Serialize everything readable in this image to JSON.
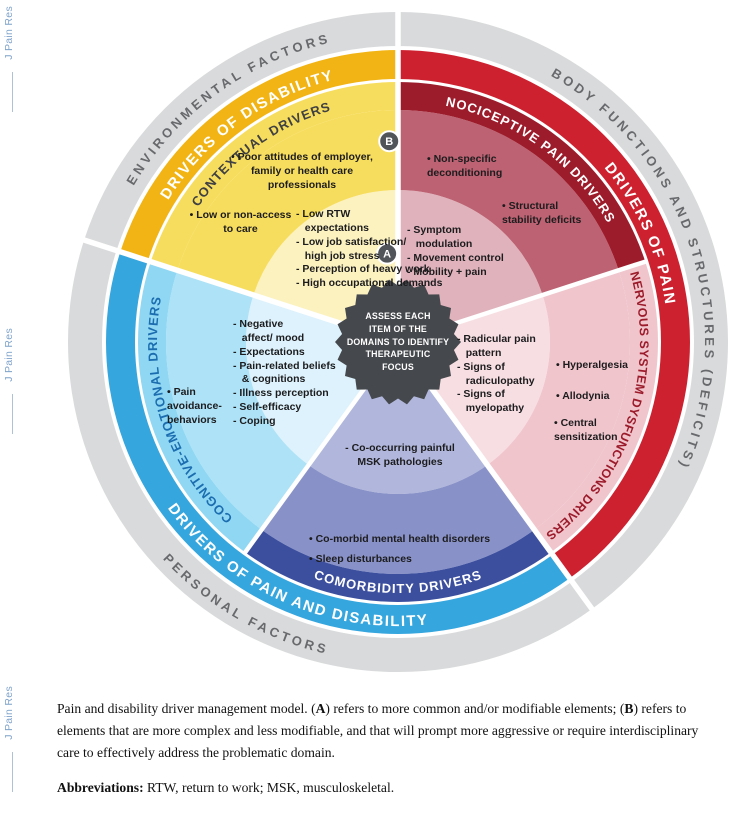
{
  "journal": {
    "name": "J Pain Res"
  },
  "figure": {
    "center_label": "ASSESS EACH\nITEM OF THE\nDOMAINS TO IDENTIFY\nTHERAPEUTIC\nFOCUS",
    "markers": {
      "a": "A",
      "b": "B"
    },
    "outer_ring": {
      "environmental": "ENVIRONMENTAL FACTORS",
      "body_functions": "BODY FUNCTIONS AND STRUCTURES (DEFICITS)",
      "personal": "PERSONAL FACTORS"
    },
    "driver_bands": {
      "disability": "DRIVERS OF DISABILITY",
      "pain": "DRIVERS OF PAIN",
      "pain_and_disability": "DRIVERS OF PAIN AND DISABILITY"
    },
    "sectors": {
      "contextual": {
        "title": "CONTEXTUAL DRIVERS",
        "bullets": [
          "• Poor attitudes of employer,\nfamily or health care\nprofessionals",
          "• Low or non-access\nto care"
        ],
        "inner": "- Low RTW\n   expectations\n- Low job satisfaction/\n   high job stress\n- Perception of heavy work\n- High occupational demands"
      },
      "nociceptive": {
        "title": "NOCICEPTIVE PAIN DRIVERS",
        "bullets": [
          "• Non-specific\ndeconditioning",
          "• Structural\nstability deficits"
        ],
        "inner": "- Symptom\n   modulation\n- Movement control\n- Mobility + pain"
      },
      "nervous": {
        "title": "NERVOUS SYSTEM DYSFUNCTIONS DRIVERS",
        "bullets": [
          "• Hyperalgesia",
          "• Allodynia",
          "• Central\nsensitization"
        ],
        "inner": "- Radicular pain\n   pattern\n- Signs of\n   radiculopathy\n- Signs of\n   myelopathy"
      },
      "comorbidity": {
        "title": "COMORBIDITY DRIVERS",
        "bullets": [
          "• Co-morbid mental health disorders",
          "• Sleep disturbances"
        ],
        "inner": "- Co-occurring painful\nMSK pathologies"
      },
      "cognitive": {
        "title": "COGNITIVE-EMOTIONAL DRIVERS",
        "bullets": [
          "• Pain\navoidance-\nbehaviors"
        ],
        "inner": "- Negative\n   affect/ mood\n- Expectations\n- Pain-related beliefs\n   & cognitions\n- Illness perception\n- Self-efficacy\n- Coping"
      }
    },
    "colors": {
      "gray_ring": "#d9dadb",
      "gray_text": "#67696c",
      "band_yellow": "#f2b414",
      "band_red": "#ce2130",
      "band_blue": "#36a6de",
      "center_bg": "#45484c",
      "marker_bg": "#515458",
      "sectors": {
        "contextual": {
          "title_band": "#f7dd5e",
          "bullet": "#f7dd5e",
          "inner": "#fcf2c0",
          "title_text": "#3f4043"
        },
        "nociceptive": {
          "title_band": "#9d1c2c",
          "bullet": "#bd6272",
          "inner": "#e0b3bc",
          "title_text": "#ffffff"
        },
        "nervous": {
          "title_band": "#f0c5cc",
          "bullet": "#f0c5cc",
          "inner": "#f7dee2",
          "title_text": "#9c1b2b"
        },
        "comorbidity": {
          "title_band": "#3c4f9f",
          "bullet": "#8992c8",
          "inner": "#b1b7dc",
          "title_text": "#ffffff"
        },
        "cognitive": {
          "title_band": "#8fd7f3",
          "bullet": "#aee2f7",
          "inner": "#ddf2fc",
          "title_text": "#1b6db0"
        }
      }
    }
  },
  "caption": {
    "seg1": "Pain and disability driver management model. (",
    "marker_a": "A",
    "seg2": ") refers to more common and/or modifiable elements; (",
    "marker_b": "B",
    "seg3": ") refers to elements that are more complex and less modifiable, and that will prompt more aggressive or require interdisciplinary care to effectively address the problematic domain.",
    "abbrev_label": "Abbreviations:",
    "abbrev_text": " RTW, return to work; MSK, musculoskeletal."
  }
}
